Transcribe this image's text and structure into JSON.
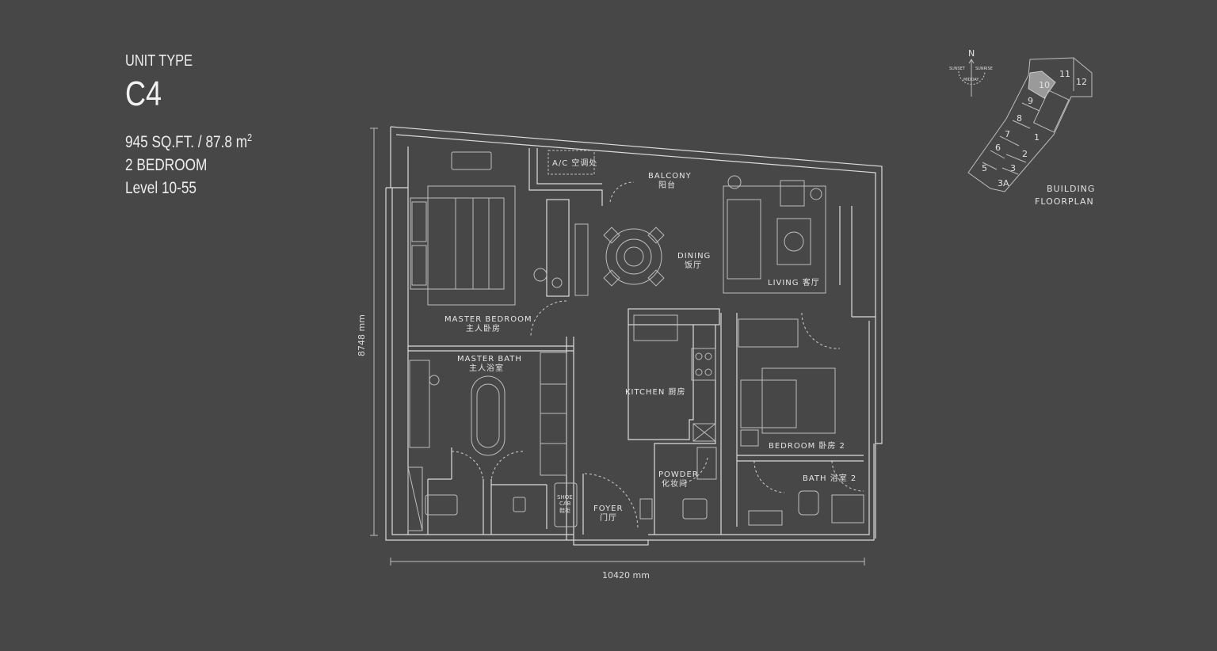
{
  "unit": {
    "type_label": "UNIT TYPE",
    "code": "C4",
    "area_prefix": "945 SQ.FT. / 87.8 m",
    "area_sup": "2",
    "bedrooms": "2 BEDROOM",
    "levels": "Level 10-55"
  },
  "dimensions": {
    "width": "10420 mm",
    "height": "8748 mm"
  },
  "rooms": {
    "master_bedroom": "MASTER BEDROOM",
    "master_bedroom_cn": "主人卧房",
    "master_bath": "MASTER BATH",
    "master_bath_cn": "主人浴室",
    "ac_ledge": "A/C 空调处",
    "balcony": "BALCONY",
    "balcony_cn": "阳台",
    "dining": "DINING",
    "dining_cn": "饭厅",
    "living": "LIVING 客厅",
    "kitchen": "KITCHEN 厨房",
    "bedroom2": "BEDROOM 卧房 2",
    "bath2": "BATH 浴室 2",
    "powder": "POWDER",
    "powder_cn": "化妆间",
    "foyer": "FOYER",
    "foyer_cn": "门厅",
    "shoe_cab": "SHOE",
    "shoe_cab2": "CAB",
    "shoe_cab_cn": "鞋柜"
  },
  "key_plan": {
    "north": "N",
    "sunset": "SUNSET",
    "sunrise": "SUNRISE",
    "midday": "MIDDAY",
    "units": [
      "1",
      "2",
      "3",
      "3A",
      "5",
      "6",
      "7",
      "8",
      "9",
      "10",
      "11",
      "12"
    ],
    "highlighted_unit": "10",
    "title_line1": "BUILDING",
    "title_line2": "FLOORPLAN",
    "highlight_color": "#9a9a9a"
  }
}
